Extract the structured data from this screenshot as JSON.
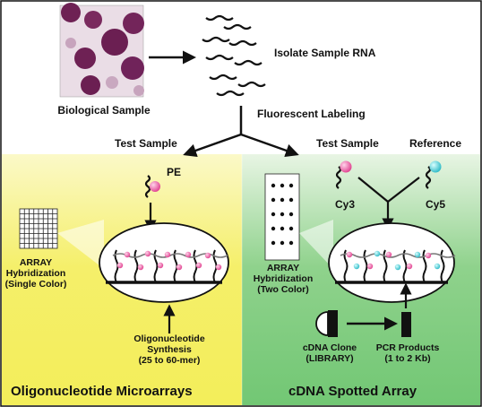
{
  "top": {
    "biological_sample": "Biological Sample",
    "isolate_rna": "Isolate Sample RNA",
    "fluorescent_labeling": "Fluorescent Labeling"
  },
  "left": {
    "test_sample": "Test Sample",
    "pe": "PE",
    "array": "ARRAY",
    "hybridization": "Hybridization",
    "single_color": "(Single Color)",
    "oligo_line1": "Oligonucleotide",
    "oligo_line2": "Synthesis",
    "oligo_line3": "(25 to 60-mer)",
    "title": "Oligonucleotide Microarrays"
  },
  "right": {
    "test_sample": "Test Sample",
    "reference": "Reference",
    "cy3": "Cy3",
    "cy5": "Cy5",
    "array": "ARRAY",
    "hybridization": "Hybridization",
    "two_color": "(Two Color)",
    "cdna_clone": "cDNA Clone",
    "library": "(LIBRARY)",
    "pcr_products": "PCR Products",
    "pcr_size": "(1 to 2 Kb)",
    "title": "cDNA Spotted Array"
  },
  "colors": {
    "left_panel_top": "#f3ee5a",
    "right_panel_top": "#72c774",
    "cell_purple": "#6e2154",
    "pink_label": "#e8489a",
    "cyan_label": "#3ec9d3"
  }
}
